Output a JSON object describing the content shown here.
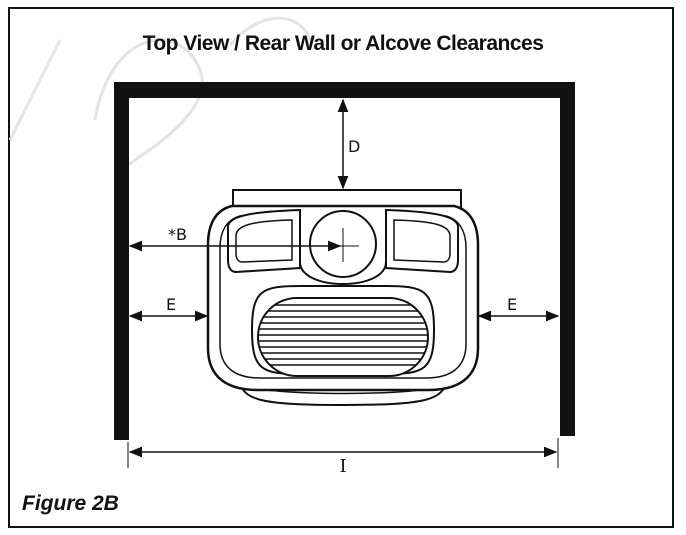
{
  "title": "Top View / Rear Wall or Alcove Clearances",
  "figure_label": "Figure 2B",
  "dimensions": {
    "rear_clearance": "D",
    "center_to_side": "*B",
    "left_side_clearance": "E",
    "right_side_clearance": "E",
    "alcove_width": "I"
  },
  "colors": {
    "ink": "#111111",
    "watermark": "#e3e3e3",
    "background": "#ffffff"
  }
}
